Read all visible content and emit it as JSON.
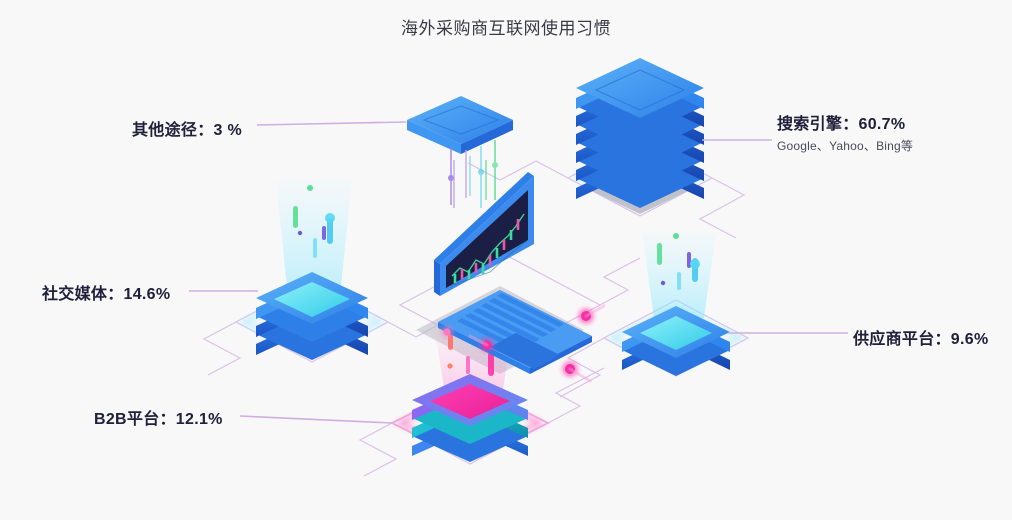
{
  "header": {
    "title": "海外采购商互联网使用习惯"
  },
  "colors": {
    "background": "#f8f8f9",
    "title_text": "#3a3a46",
    "label_text": "#20203a",
    "sublabel_text": "#4a4a5c",
    "leader_line": "#cdb0e0",
    "node_blue_light": "#4ea6f5",
    "node_blue_mid": "#2f7fe8",
    "node_blue_dark": "#1a54c4",
    "node_cyan_glow": "#5fe3f2",
    "node_magenta_glow": "#f92fa0",
    "node_purple": "#7a5ce0",
    "node_teal": "#15b2c4",
    "platform_outline": "#d9bce8",
    "shadow_gray": "#b4b4bd",
    "laptop_screen": "#1b1f46",
    "candle_green": "#3ddc9a",
    "candle_pink": "#e856a8",
    "travel_dot": "#f72fa4"
  },
  "chart_data": {
    "type": "pie",
    "title": "海外采购商互联网使用习惯",
    "categories": [
      "搜索引擎",
      "社交媒体",
      "B2B平台",
      "供应商平台",
      "其他途径"
    ],
    "values": [
      60.7,
      14.6,
      12.1,
      9.6,
      3
    ],
    "unit": "%",
    "legend_position": "callout-labels"
  },
  "nodes": [
    {
      "id": "search-engine",
      "label": "搜索引擎：60.7%",
      "sublabel": "Google、Yahoo、Bing等",
      "value": 60.7,
      "layers": 6,
      "glow": "none",
      "side": "right"
    },
    {
      "id": "social-media",
      "label": "社交媒体：14.6%",
      "sublabel": "",
      "value": 14.6,
      "layers": 3,
      "glow": "cyan",
      "side": "left"
    },
    {
      "id": "b2b-platform",
      "label": "B2B平台：12.1%",
      "sublabel": "",
      "value": 12.1,
      "layers": 3,
      "glow": "magenta",
      "side": "left"
    },
    {
      "id": "supplier-platform",
      "label": "供应商平台：9.6%",
      "sublabel": "",
      "value": 9.6,
      "layers": 2,
      "glow": "cyan",
      "side": "right"
    },
    {
      "id": "other-channels",
      "label": "其他途径：3 %",
      "sublabel": "",
      "value": 3,
      "layers": 1,
      "glow": "none",
      "side": "left"
    }
  ],
  "center": {
    "device": "laptop",
    "screen_content": "candlestick-chart"
  }
}
